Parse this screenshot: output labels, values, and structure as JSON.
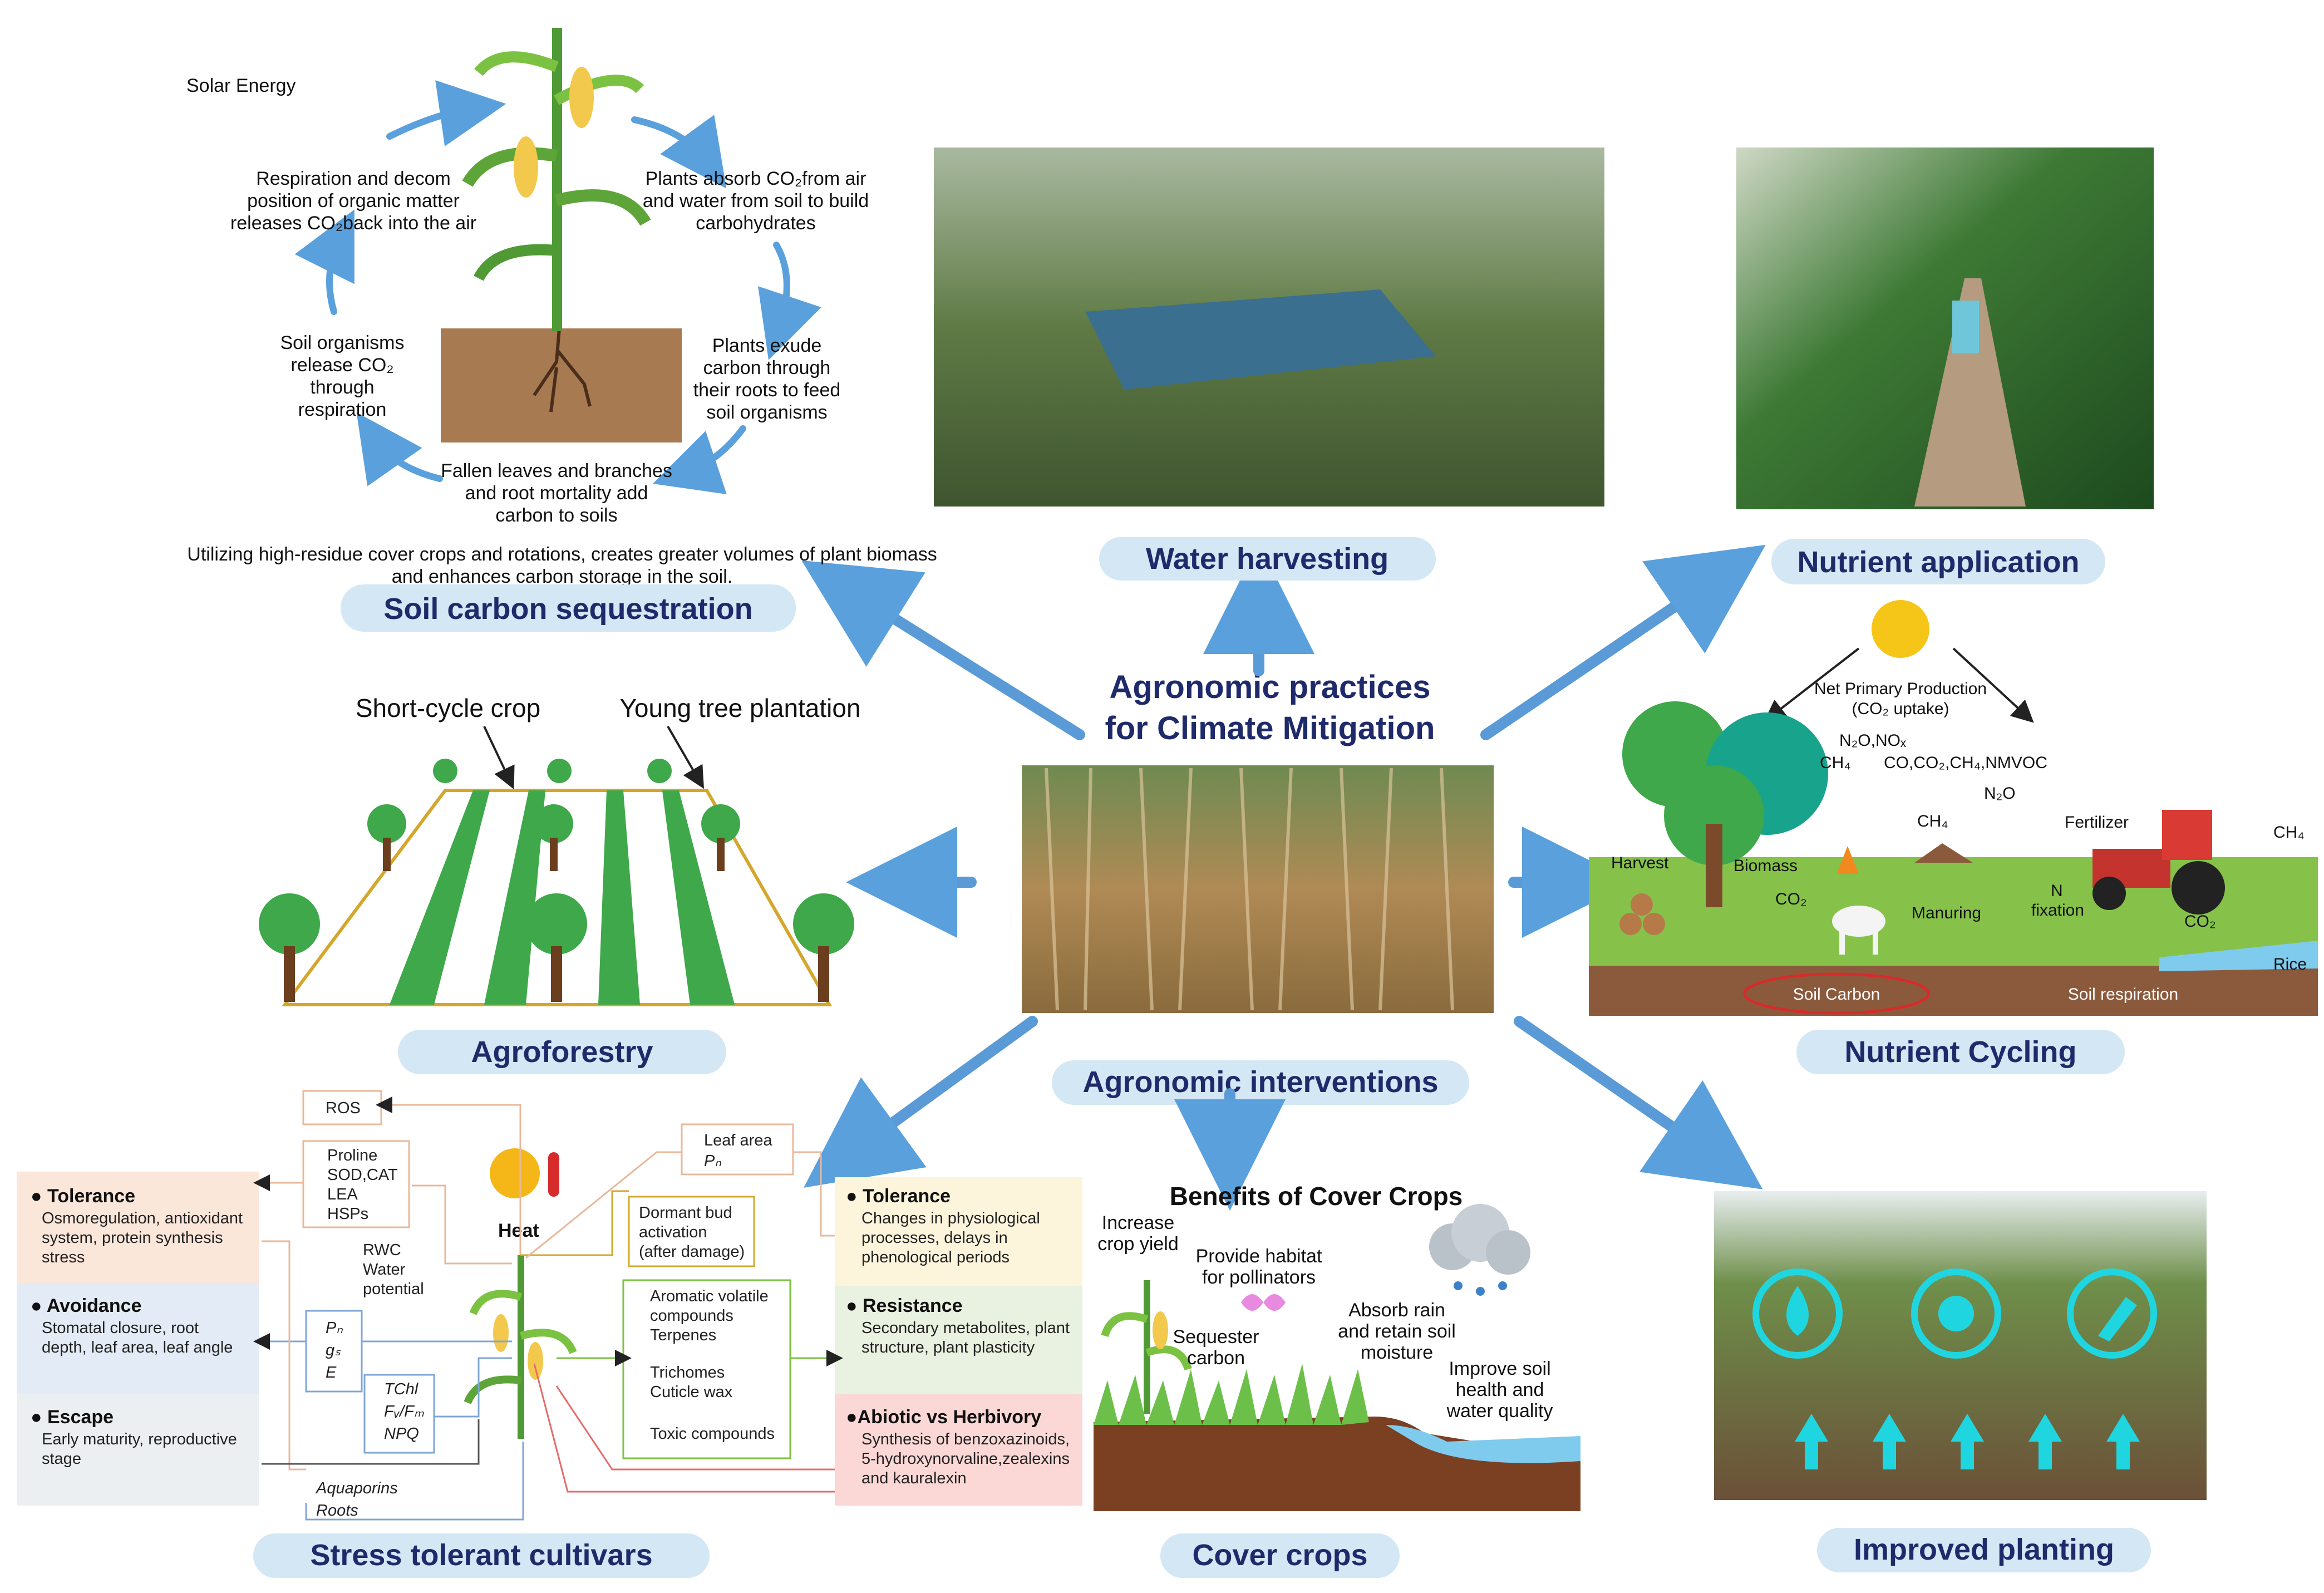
{
  "center": {
    "title_line1": "Agronomic practices",
    "title_line2": "for Climate Mitigation",
    "subtitle": "Agronomic interventions"
  },
  "labels": {
    "soil_carbon": "Soil carbon sequestration",
    "water": "Water harvesting",
    "nutrient_app": "Nutrient application",
    "agroforestry": "Agroforestry",
    "nutrient_cycling": "Nutrient Cycling",
    "stress": "Stress tolerant cultivars",
    "cover": "Cover crops",
    "planting": "Improved planting"
  },
  "soil_cycle": {
    "solar": "Solar Energy",
    "absorb": [
      "Plants absorb CO₂from air",
      "and water from soil to build",
      "carbohydrates"
    ],
    "exude": [
      "Plants exude",
      "carbon through",
      "their roots to feed",
      "soil organisms"
    ],
    "fallen": [
      "Fallen leaves and branches",
      "and root mortality add",
      "carbon to soils"
    ],
    "soil_org": [
      "Soil organisms",
      "release CO₂",
      "through",
      "respiration"
    ],
    "resp": [
      "Respiration and decom",
      "position of organic matter",
      "releases CO₂back into the air"
    ],
    "note": [
      "Utilizing high-residue cover crops and rotations, creates greater volumes of plant biomass",
      "and enhances carbon storage in the soil."
    ]
  },
  "agroforestry": {
    "short": "Short-cycle crop",
    "young": "Young tree plantation"
  },
  "nutrient_cycle": {
    "npp1": "Net Primary Production",
    "npp2": "(CO₂ uptake)",
    "n2o_nox": "N₂O,NOₓ",
    "ch4_a": "CH₄",
    "gases": "CO,CO₂,CH₄,NMVOC",
    "ch4_b": "CH₄",
    "n2o": "N₂O",
    "fertilizer": "Fertilizer",
    "ch4_c": "CH₄",
    "harvest": "Harvest",
    "biomass": "Biomass",
    "co2_a": "CO₂",
    "manuring": "Manuring",
    "n_fix1": "N",
    "n_fix2": "fixation",
    "co2_b": "CO₂",
    "rice": "Rice",
    "soil_carbon": "Soil Carbon",
    "soil_resp": "Soil respiration"
  },
  "stress": {
    "ros": "ROS",
    "proline": [
      "Proline",
      "SOD,CAT",
      "LEA",
      "HSPs"
    ],
    "rwc": [
      "RWC",
      "Water",
      "potential"
    ],
    "heat": "Heat",
    "leaf": [
      "Leaf area",
      "Pₙ"
    ],
    "dormant": [
      "Dormant bud",
      "activation",
      "(after damage)"
    ],
    "aromatic": [
      "Aromatic volatile",
      "compounds",
      "Terpenes"
    ],
    "trichomes": [
      "Trichomes",
      "Cuticle wax"
    ],
    "toxic": "Toxic compounds",
    "pn": [
      "Pₙ",
      "gₛ",
      "E"
    ],
    "tchl": [
      "TChl",
      "Fᵥ/Fₘ",
      "NPQ"
    ],
    "aquaporins": "Aquaporins",
    "roots": "Roots",
    "left": [
      {
        "title": "Tolerance",
        "body": [
          "Osmoregulation, antioxidant",
          "system, protein synthesis",
          "stress"
        ]
      },
      {
        "title": "Avoidance",
        "body": [
          "Stomatal closure, root",
          "depth, leaf area, leaf angle"
        ]
      },
      {
        "title": "Escape",
        "body": [
          "Early maturity, reproductive",
          "stage"
        ]
      }
    ],
    "right": [
      {
        "title": "Tolerance",
        "body": [
          "Changes in physiological",
          "processes, delays in",
          "phenological periods"
        ]
      },
      {
        "title": "Resistance",
        "body": [
          "Secondary metabolites, plant",
          "structure, plant plasticity"
        ]
      },
      {
        "title": "Abiotic vs Herbivory",
        "body": [
          "Synthesis of benzoxazinoids,",
          "5-hydroxynorvaline,zealexins",
          "and kauralexin"
        ]
      }
    ]
  },
  "cover_crops": {
    "title": "Benefits of Cover Crops",
    "yield": [
      "Increase",
      "crop yield"
    ],
    "habitat": [
      "Provide habitat",
      "for pollinators"
    ],
    "rain": [
      "Absorb rain",
      "and retain soil",
      "moisture"
    ],
    "sequester": [
      "Sequester",
      "carbon"
    ],
    "soil": [
      "Improve soil",
      "health and",
      "water quality"
    ]
  },
  "colors": {
    "pill": "#d4e7f4",
    "pill_text": "#1f2a6b",
    "arrow": "#4a8fd0",
    "grass": "#7cc242",
    "soil": "#8b5a3c"
  }
}
